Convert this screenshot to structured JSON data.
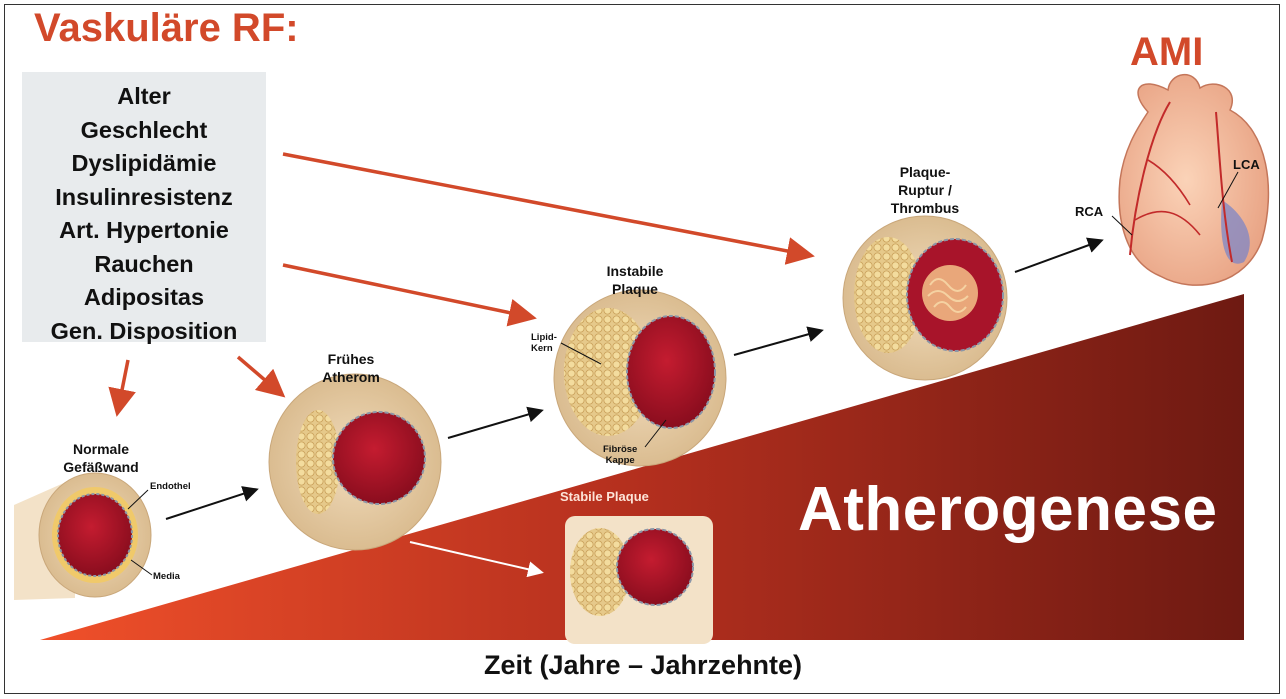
{
  "header": {
    "risk_factors_title": "Vaskuläre RF:",
    "ami_title": "AMI"
  },
  "risk_factors": [
    "Alter",
    "Geschlecht",
    "Dyslipidämie",
    "Insulinresistenz",
    "Art. Hypertonie",
    "Rauchen",
    "Adipositas",
    "Gen. Disposition"
  ],
  "stages": {
    "normal": {
      "line1": "Normale",
      "line2": "Gefäßwand",
      "endothel": "Endothel",
      "media": "Media"
    },
    "early": {
      "line1": "Frühes",
      "line2": "Atherom"
    },
    "unstable": {
      "line1": "Instabile",
      "line2": "Plaque",
      "lipid1": "Lipid-",
      "lipid2": "Kern",
      "cap1": "Fibröse",
      "cap2": "Kappe"
    },
    "rupture": {
      "line1": "Plaque-",
      "line2": "Ruptur /",
      "line3": "Thrombus"
    },
    "stable": {
      "label": "Stabile Plaque"
    }
  },
  "heart": {
    "rca": "RCA",
    "lca": "LCA"
  },
  "wedge_label": "Atherogenese",
  "time_axis": "Zeit (Jahre – Jahrzehnte)",
  "colors": {
    "accent": "#d2492a",
    "wedge_start": "#f0502a",
    "wedge_end": "#6e1a12",
    "lumen": "#b0162a"
  }
}
